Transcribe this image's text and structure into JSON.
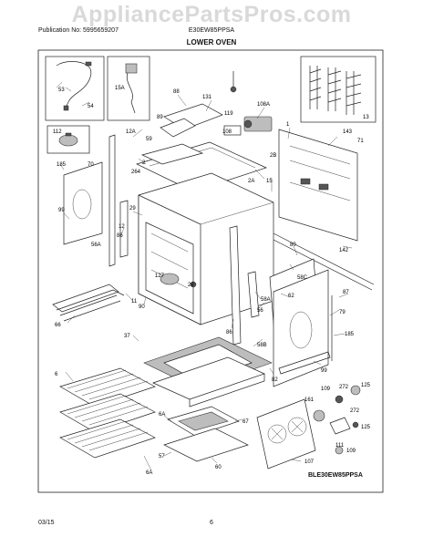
{
  "header": {
    "watermark": "AppliancePartsPros.com",
    "publication": "Publication No: 5995659207",
    "model": "E30EW85PPSA",
    "section_title": "LOWER OVEN"
  },
  "callouts": {
    "c53": "53",
    "c54": "54",
    "c15A": "15A",
    "c88": "88",
    "c131": "131",
    "c108A": "108A",
    "c13": "13",
    "c89": "89",
    "c119": "119",
    "c108": "108",
    "c1": "1",
    "c143": "143",
    "c71": "71",
    "c112": "112",
    "c12A": "12A",
    "c59": "59",
    "c2B": "2B",
    "c185a": "185",
    "c70": "70",
    "c2": "2",
    "c264": "264",
    "c2A": "2A",
    "c15": "15",
    "c99a": "99",
    "c29": "29",
    "c12": "12",
    "c86a": "86",
    "c56A": "56A",
    "c127": "127",
    "c29b": "29",
    "c58C": "58C",
    "c142": "142",
    "c80": "80",
    "c11": "11",
    "c90": "90",
    "c58A": "58A",
    "c62": "62",
    "c87": "87",
    "c66": "66",
    "c56": "56",
    "c79": "79",
    "c37": "37",
    "c86b": "86",
    "c185b": "185",
    "c58B": "58B",
    "c6": "6",
    "c82": "82",
    "c99b": "99",
    "c161": "161",
    "c109a": "109",
    "c272a": "272",
    "c125": "125",
    "c6Aa": "6A",
    "c67": "67",
    "c272b": "272",
    "c125b": "125",
    "c111": "111",
    "c109b": "109",
    "c57": "57",
    "c107": "107",
    "c60": "60",
    "c6Ab": "6A"
  },
  "footer": {
    "box_code": "BLE30EW85PPSA",
    "date": "03/15",
    "page": "6"
  }
}
